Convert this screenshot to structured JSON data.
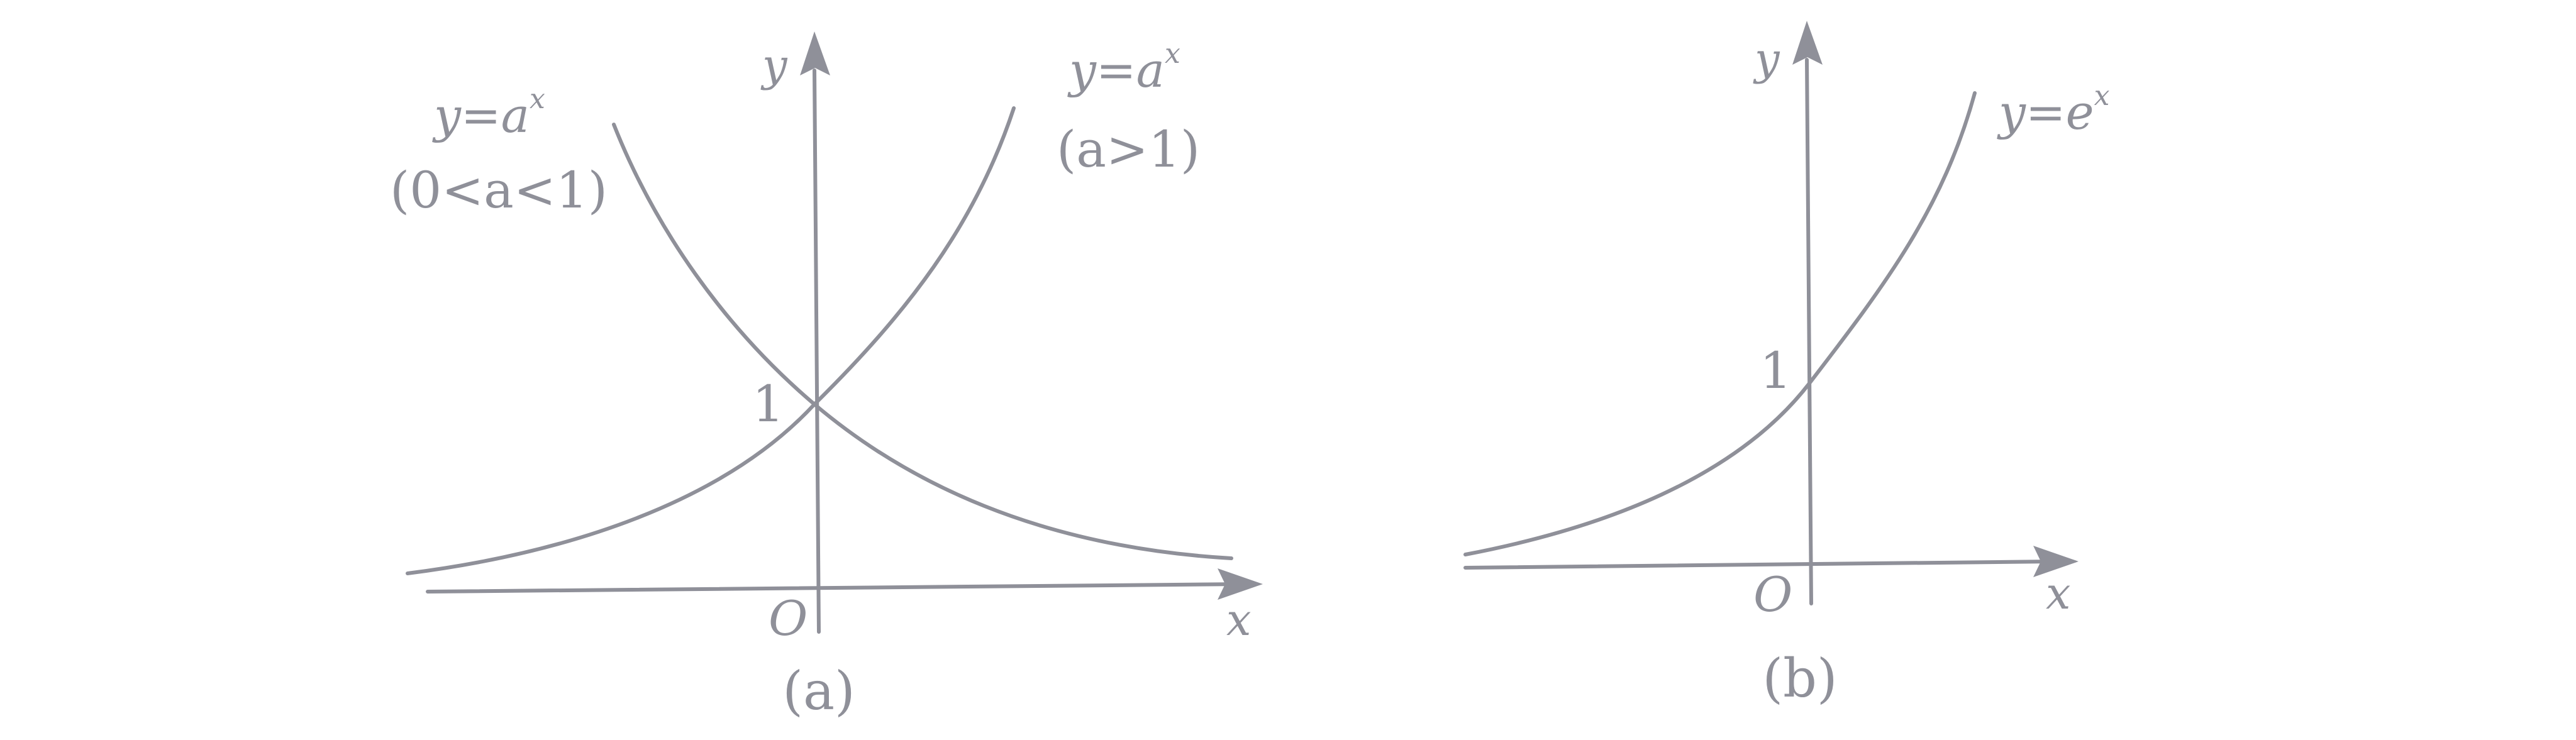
{
  "panel_a": {
    "caption": "(a)",
    "axis_y": "y",
    "axis_x": "x",
    "origin": "O",
    "tick_one": "1",
    "curve_decreasing": {
      "equation_lhs": "y=a",
      "equation_exp": "x",
      "condition": "(0<a<1)"
    },
    "curve_increasing": {
      "equation_lhs": "y=a",
      "equation_exp": "x",
      "condition": "(a>1)"
    }
  },
  "panel_b": {
    "caption": "(b)",
    "axis_y": "y",
    "axis_x": "x",
    "origin": "O",
    "tick_one": "1",
    "curve": {
      "equation_lhs": "y=e",
      "equation_exp": "x"
    }
  },
  "colors": {
    "ink": "#8f9099",
    "background": "#ffffff"
  }
}
